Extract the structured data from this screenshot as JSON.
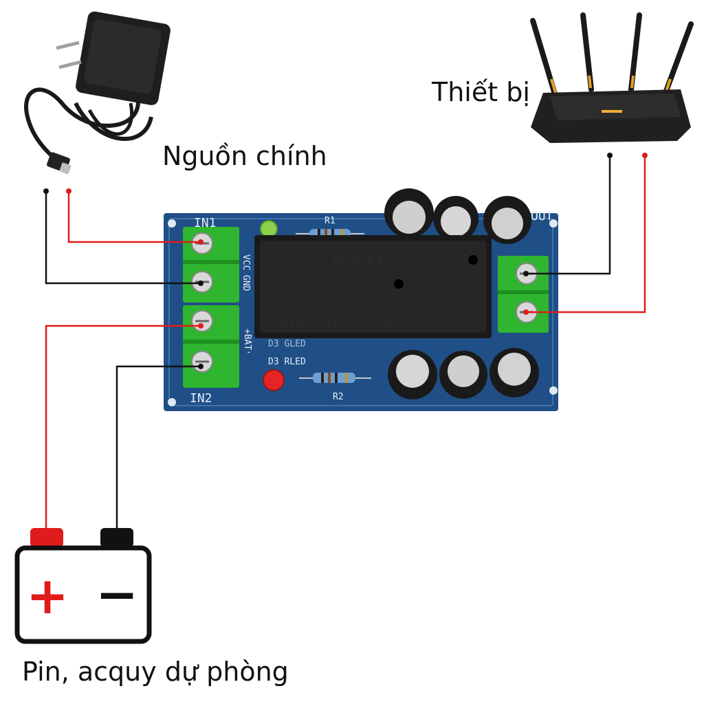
{
  "labels": {
    "main_power": "Nguồn chính",
    "device": "Thiết bị",
    "battery": "Pin, acquy dự phòng"
  },
  "board": {
    "in1": "IN1",
    "in2": "IN2",
    "out": "OUT",
    "vcc": "VCC",
    "gnd": "GND",
    "bat_plus": "+BAT",
    "bat_minus": "-",
    "r1": "R1",
    "r2": "R2",
    "d3": "D3 RLED",
    "d_g": "D3 GLED",
    "relay_brand": "HUI KE",
    "relay_line1": "5A 250VAC",
    "relay_line2": "5A 30VDC",
    "relay_model": "HK14FD-DC12V-SHG"
  },
  "battery_symbols": {
    "plus": "+",
    "minus": "−"
  },
  "colors": {
    "wire_positive": "#e01b1b",
    "wire_negative": "#111111",
    "terminal_green": "#2fb52f",
    "pcb_blue": "#1f4f86",
    "relay_black": "#1a1a1a"
  }
}
